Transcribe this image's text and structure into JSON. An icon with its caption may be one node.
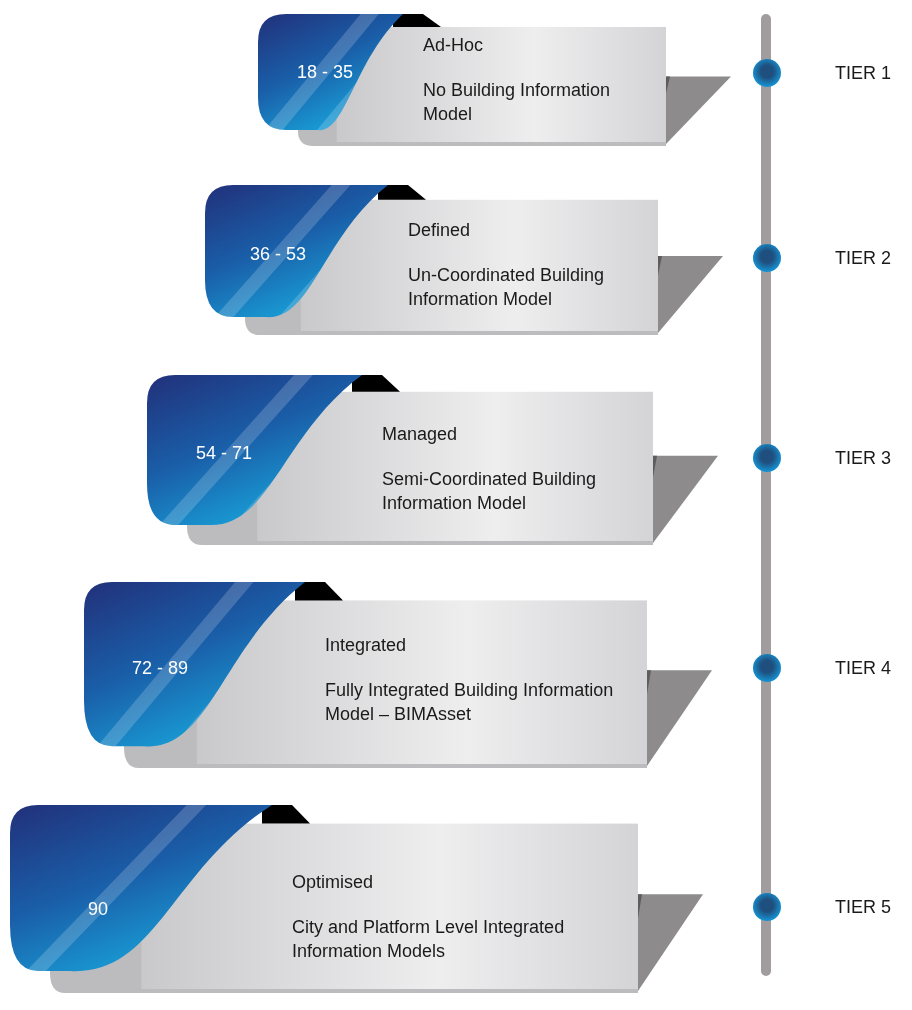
{
  "diagram": {
    "nodes": [
      {
        "text": [
          "18 - 35",
          "Ad-Hoc",
          "No Building Information Model"
        ]
      },
      {
        "text": [
          "36 - 53",
          "Defined",
          "Un-Coordinated Building Information Model"
        ]
      },
      {
        "text": [
          "54 - 71",
          "Managed",
          "Semi-Coordinated Building Information Model"
        ]
      },
      {
        "text": [
          "72 - 89",
          "Integrated",
          "Fully Integrated Building Information Model – BIMAsset"
        ]
      },
      {
        "text": [
          "90",
          "Optimised",
          "City and Platform Level Integrated Information Models"
        ]
      }
    ],
    "labels": [
      "TIER 1",
      "TIER 2",
      "TIER 3",
      "TIER 4",
      "TIER 5"
    ]
  }
}
